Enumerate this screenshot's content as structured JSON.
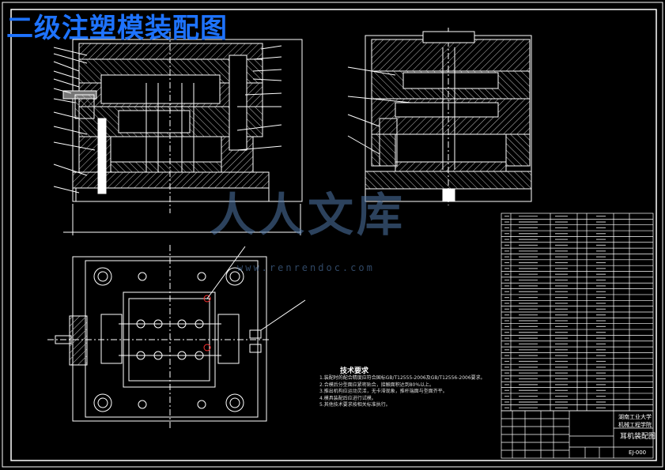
{
  "title_overlay": "二级注塑模装配图",
  "watermark": {
    "text": "人人文库",
    "url": "www.renrendoc.com"
  },
  "technical_requirements": {
    "title": "技术要求",
    "lines": [
      "1.装配时的配合精度应符合国标GB/T12555-2006及GB/T12556-2006要求。",
      "2.合模后分型面应紧密贴合，接触面积达到80%以上。",
      "3.推出机构应运动灵活，无卡滞现象，推杆端面与型面齐平。",
      "4.模具装配后应进行试模。",
      "5.其他技术要求按相关标准执行。"
    ]
  },
  "title_block": {
    "school": "湖南工业大学",
    "dept": "机械工程学院",
    "drawing_name": "耳机装配图",
    "drawing_number": "EJ-000"
  },
  "colors": {
    "accent": "#1e73ff",
    "line": "#ffffff",
    "hatch": "#cfcfcf",
    "red": "#ff3030"
  }
}
